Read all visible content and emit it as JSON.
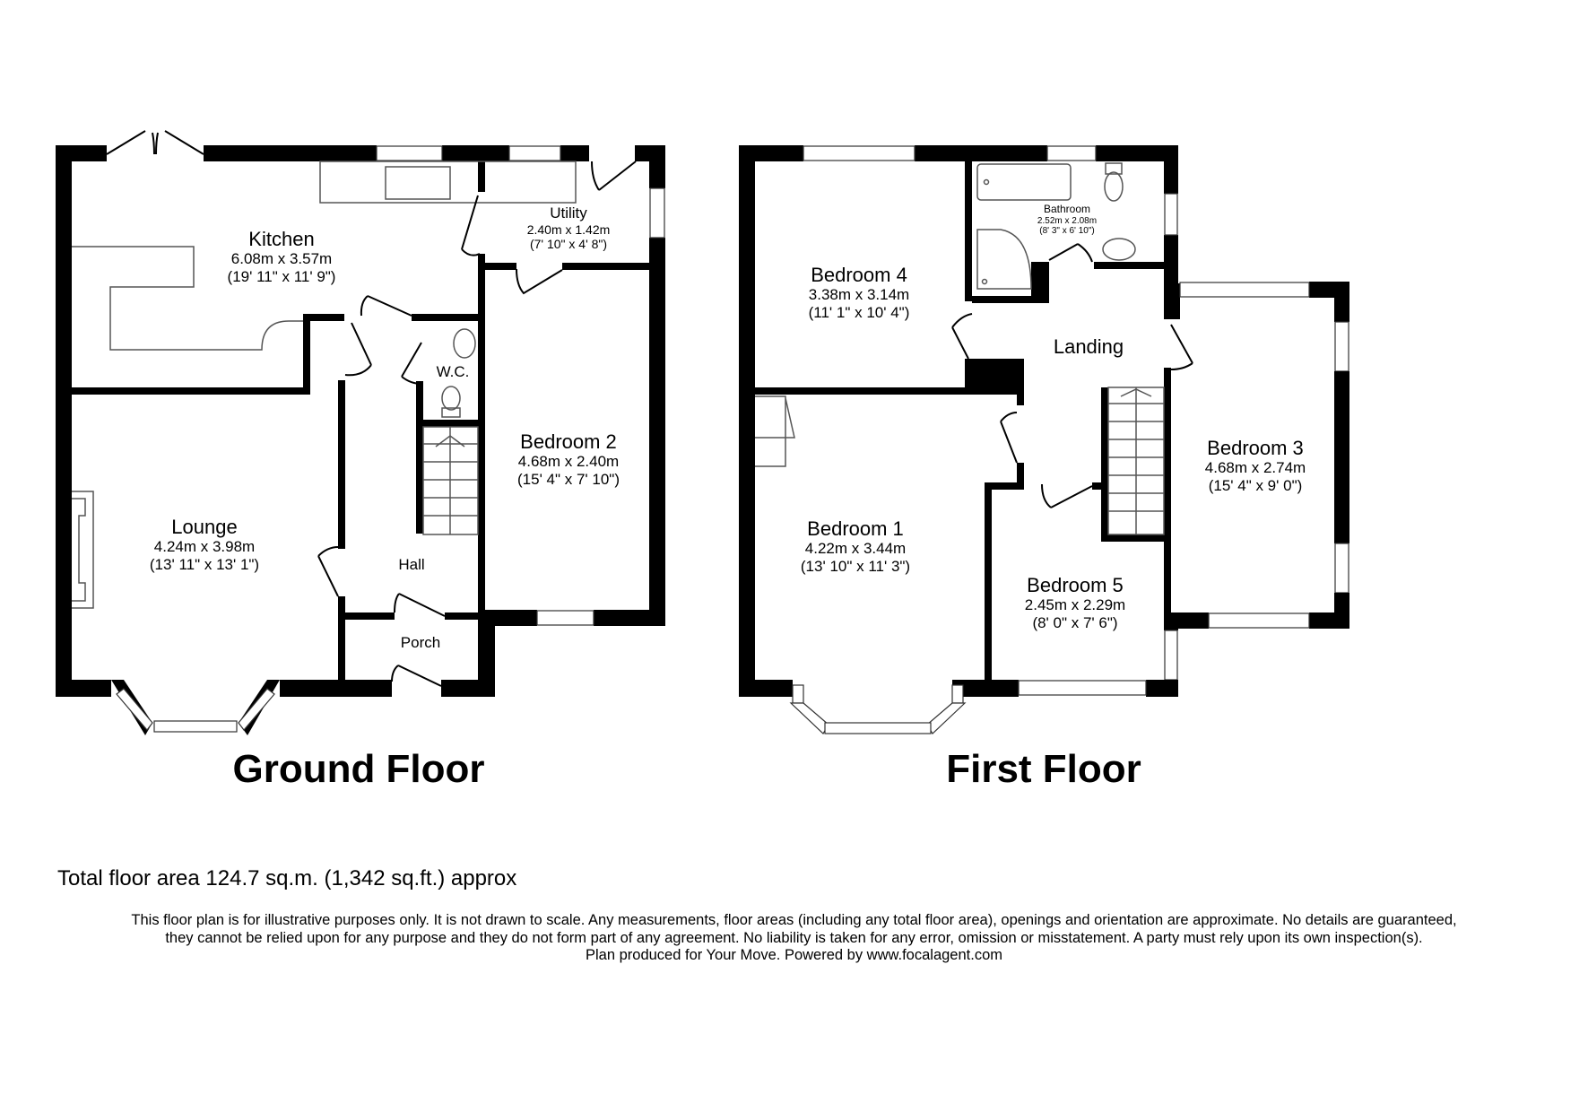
{
  "ground_floor": {
    "title": "Ground Floor",
    "rooms": [
      {
        "name": "Kitchen",
        "metric": "6.08m x 3.57m",
        "imperial": "(19' 11\" x 11' 9\")"
      },
      {
        "name": "Utility",
        "metric": "2.40m x 1.42m",
        "imperial": "(7' 10\" x 4' 8\")"
      },
      {
        "name": "W.C."
      },
      {
        "name": "Bedroom 2",
        "metric": "4.68m x 2.40m",
        "imperial": "(15' 4\" x 7' 10\")"
      },
      {
        "name": "Lounge",
        "metric": "4.24m x 3.98m",
        "imperial": "(13' 11\" x 13' 1\")"
      },
      {
        "name": "Hall"
      },
      {
        "name": "Porch"
      }
    ]
  },
  "first_floor": {
    "title": "First Floor",
    "rooms": [
      {
        "name": "Bedroom 4",
        "metric": "3.38m x 3.14m",
        "imperial": "(11' 1\" x 10' 4\")"
      },
      {
        "name": "Bathroom",
        "metric": "2.52m x 2.08m",
        "imperial": "(8' 3\" x 6' 10\")"
      },
      {
        "name": "Landing"
      },
      {
        "name": "Bedroom 3",
        "metric": "4.68m x 2.74m",
        "imperial": "(15' 4\" x 9' 0\")"
      },
      {
        "name": "Bedroom 1",
        "metric": "4.22m x 3.44m",
        "imperial": "(13' 10\" x 11' 3\")"
      },
      {
        "name": "Bedroom 5",
        "metric": "2.45m x 2.29m",
        "imperial": "(8' 0\" x 7' 6\")"
      }
    ]
  },
  "total_area": "Total floor area 124.7 sq.m. (1,342 sq.ft.) approx",
  "disclaimer": {
    "line1": "This floor plan is for illustrative purposes only. It is not drawn to scale. Any measurements, floor areas (including any total floor area), openings and orientation are approximate. No details are guaranteed,",
    "line2": "they cannot be relied upon for any purpose and they do not form part of any agreement. No liability is taken for any error, omission or misstatement. A party must rely upon its own inspection(s).",
    "line3": "Plan produced for Your Move. Powered by www.focalagent.com"
  },
  "colors": {
    "walls": "#000000",
    "background": "#ffffff"
  }
}
